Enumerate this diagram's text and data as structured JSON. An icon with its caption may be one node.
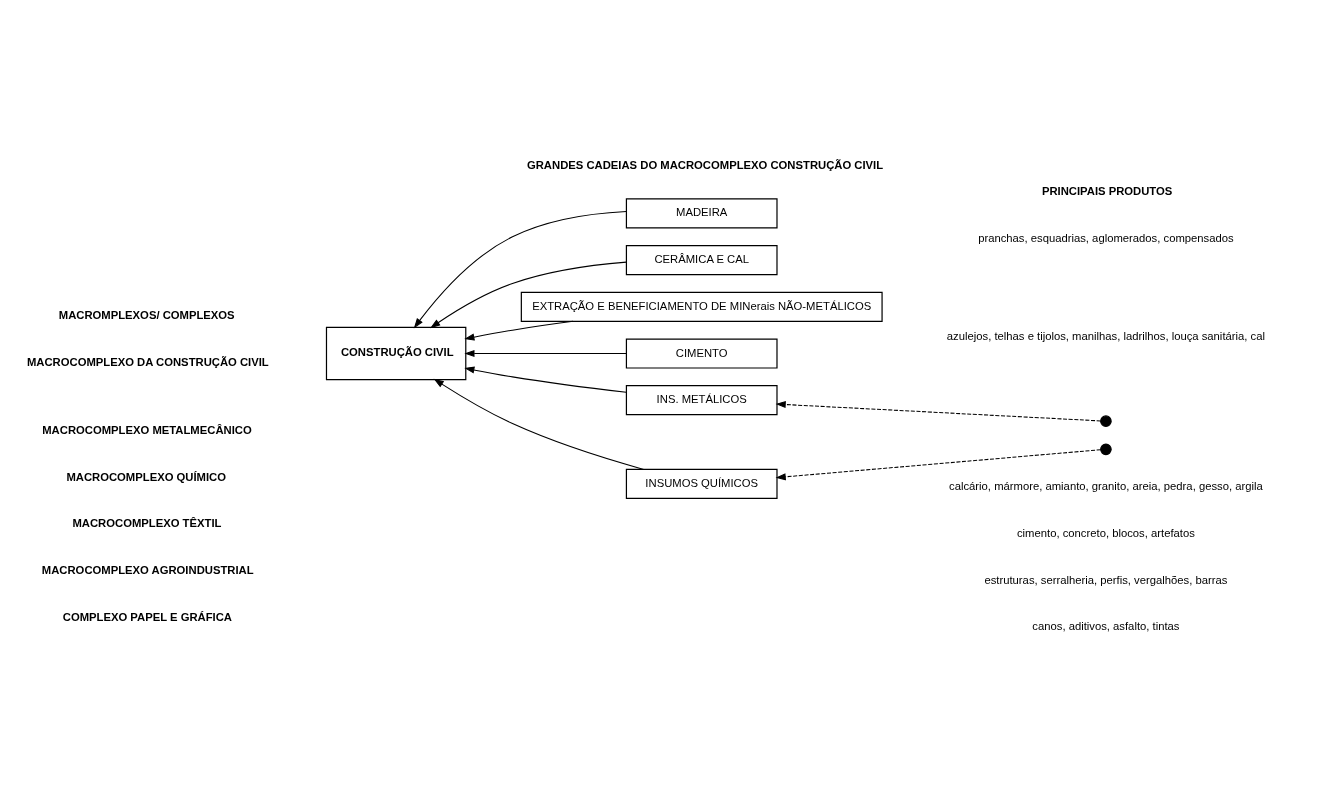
{
  "diagram": {
    "nodes": [
      {
        "text": [
          "MADEIRA"
        ]
      },
      {
        "text": [
          "CERÂMICA E CAL"
        ]
      },
      {
        "text": [
          "EXTRAÇÃO E BENEFICIAMENTO DE MINerais NÃO-METÁLICOS"
        ]
      },
      {
        "text": [
          "CONSTRUÇÃO CIVIL"
        ]
      },
      {
        "text": [
          "CIMENTO"
        ]
      },
      {
        "text": [
          "INS. METÁLICOS"
        ]
      },
      {
        "text": [
          "INSUMOS QUÍMICOS"
        ]
      },
      {
        "text": [],
        "shape": "circle"
      },
      {
        "text": [],
        "shape": "circle"
      }
    ],
    "edges": [
      {
        "from": 0,
        "to": 3,
        "arrow": "to"
      },
      {
        "from": 1,
        "to": 3,
        "arrow": "to"
      },
      {
        "from": 2,
        "to": 3,
        "arrow": "to"
      },
      {
        "from": 4,
        "to": 3,
        "arrow": "to"
      },
      {
        "from": 5,
        "to": 3,
        "arrow": "to"
      },
      {
        "from": 6,
        "to": 3,
        "arrow": "to"
      },
      {
        "from": 7,
        "to": 5,
        "arrow": "to",
        "style": "dashed"
      },
      {
        "from": 8,
        "to": 6,
        "arrow": "to",
        "style": "dashed"
      }
    ],
    "labels": [
      "MACROMPLEXOS/ COMPLEXOS",
      "GRANDES CADEIAS DO MACROCOMPLEXO CONSTRUÇÃO CIVIL",
      "PRINCIPAIS PRODUTOS",
      "MACROCOMPLEXO DA CONSTRUÇÃO CIVIL",
      "pranchas, esquadrias, aglomerados, compensados",
      "azulejos, telhas e tijolos, manilhas, ladrilhos, louça sanitária, cal",
      "calcário, mármore, amianto, granito, areia, pedra, gesso, argila",
      "cimento, concreto, blocos, artefatos",
      "estruturas, serralheria, perfis, vergalhões, barras",
      "canos, aditivos, asfalto, tintas",
      "MACROCOMPLEXO METALMECÂNICO",
      "MACROCOMPLEXO QUÍMICO",
      "MACROCOMPLEXO TÊXTIL",
      "MACROCOMPLEXO AGROINDUSTRIAL",
      "COMPLEXO PAPEL E GRÁFICA"
    ]
  }
}
